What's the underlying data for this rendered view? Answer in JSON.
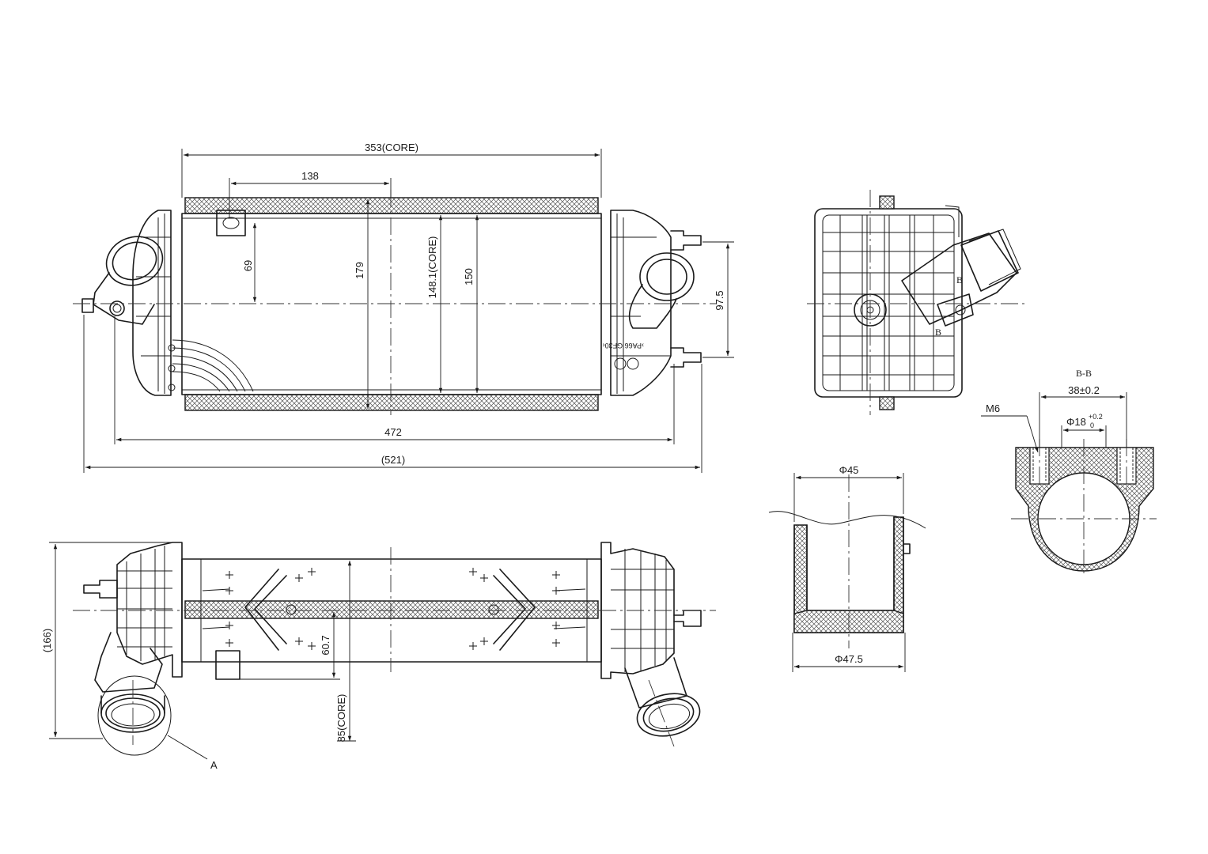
{
  "dimensions": {
    "core_width": "353(CORE)",
    "offset_138": "138",
    "height_69": "69",
    "height_179": "179",
    "core_height": "148.1(CORE)",
    "height_150": "150",
    "port_spacing": "97.5",
    "length_472": "472",
    "overall_length": "(521)",
    "overall_depth": "(166)",
    "depth_60_7": "60.7",
    "core_depth": "85(CORE)",
    "pipe_inner": "Φ45",
    "pipe_outer": "Φ47.5",
    "section_hole_spacing": "38±0.2",
    "section_bore": "Φ18",
    "section_bore_tol_upper": "+0.2",
    "section_bore_tol_lower": "0",
    "thread": "M6"
  },
  "labels": {
    "section_title": "B-B",
    "section_mark_upper": "B",
    "section_mark_lower": "B",
    "detail_a": "A",
    "material_mark": "›PA66 GF30‹"
  }
}
